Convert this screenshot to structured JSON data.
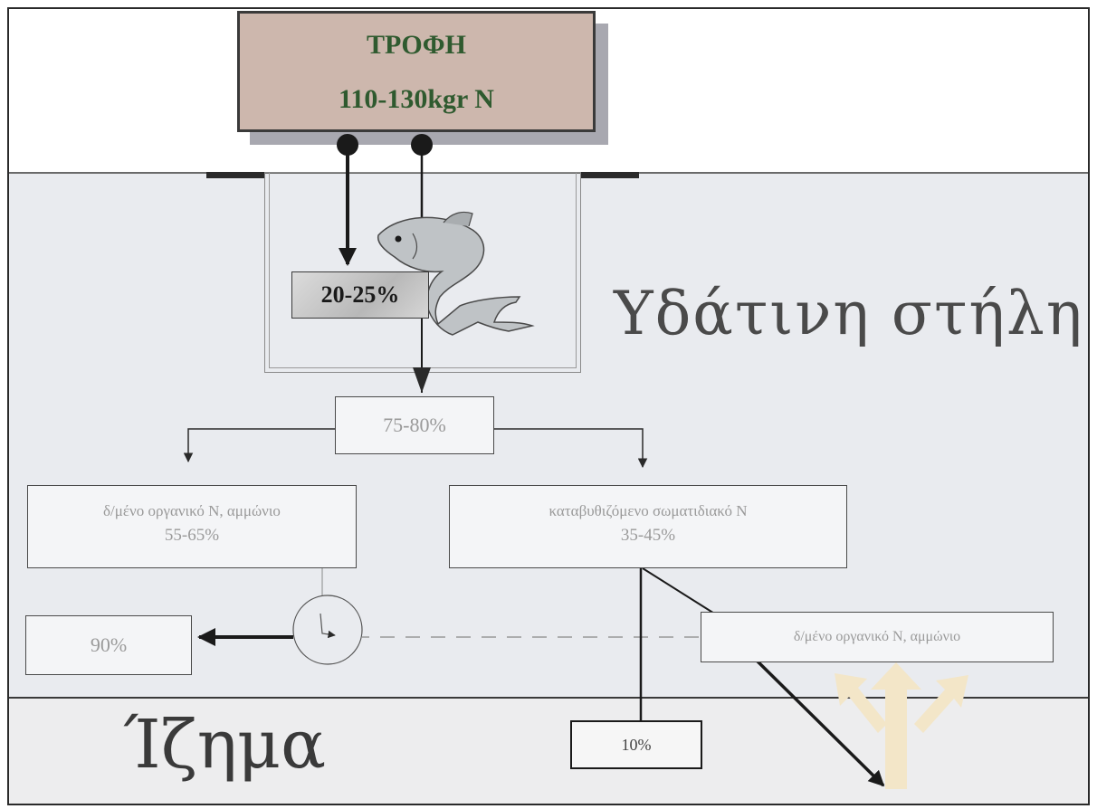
{
  "feed": {
    "title": "ΤΡΟΦΗ",
    "amount": "110-130kgr N"
  },
  "fish_uptake": "20-25%",
  "water_column_label": "Υδάτινη στήλη",
  "excreted": "75-80%",
  "dissolved": {
    "label": "δ/μένο οργανικό Ν, αμμώνιο",
    "value": "55-65%"
  },
  "sinking": {
    "label": "καταβυθιζόμενο σωματιδιακό Ν",
    "value": "35-45%"
  },
  "recycled": "90%",
  "released_dissolved": "δ/μένο οργανικό Ν, αμμώνιο",
  "sediment_label": "Ίζημα",
  "sediment_value": "10%",
  "colors": {
    "feed_box": "#cdb7ad",
    "feed_text": "#2f5a2f",
    "water": "#e9ebef",
    "sediment": "#ededee",
    "diffusion_arrow": "#f3e6c8"
  }
}
